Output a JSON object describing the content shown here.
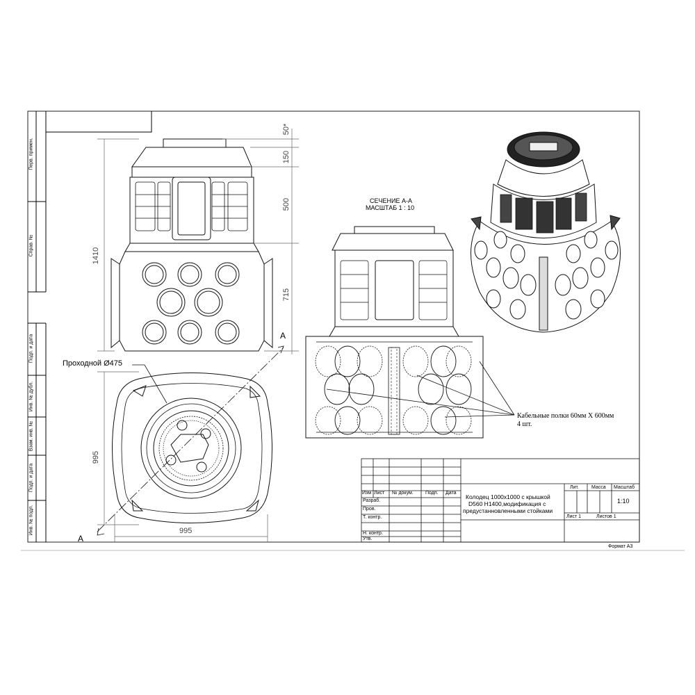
{
  "sidebar": {
    "top": [
      "Перв. примен.",
      "Справ. №"
    ],
    "bottom": [
      "Подп. и дата",
      "Инв. № дубл.",
      "Взам. инв. №",
      "Подп. и дата",
      "Инв. № подл."
    ]
  },
  "dimensions": {
    "d50": "50*",
    "d150": "150",
    "d500": "500",
    "d715": "715",
    "d1410": "1410",
    "d995_v": "995",
    "d995_h": "995"
  },
  "section": {
    "title": "СЕЧЕНИЕ А-А",
    "scale": "МАСШТАБ 1 : 10",
    "marker_a": "А"
  },
  "labels": {
    "passage": "Проходной Ø475",
    "shelves_line1": "Кабельные полки 60мм X 600мм",
    "shelves_line2": "4 шт."
  },
  "title_block": {
    "headers": [
      "Изм",
      "Лист",
      "№ докум.",
      "Подп.",
      "Дата"
    ],
    "rows": [
      "Разраб.",
      "Пров.",
      "Т. контр.",
      "",
      "Н. контр.",
      "Утв."
    ],
    "title_line1": "Колодец 1000x1000 с крышкой",
    "title_line2": "D560 H1400,модификация с",
    "title_line3": "предустанновленными стойками",
    "lit": "Лит.",
    "mass": "Масса",
    "scale_label": "Масштаб",
    "scale_value": "1:10",
    "sheet": "Лист 1",
    "sheets": "Листов 1",
    "format": "Формат А3"
  }
}
